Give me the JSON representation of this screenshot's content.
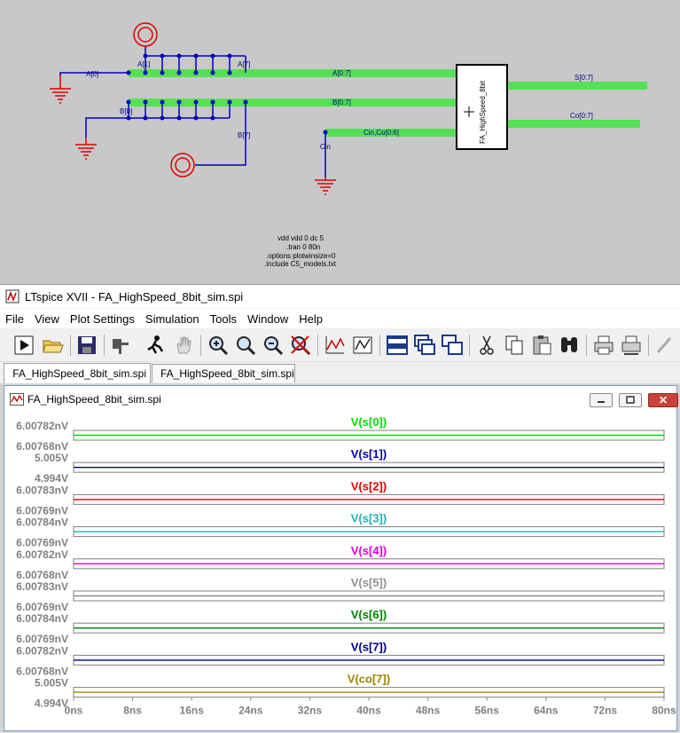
{
  "schematic": {
    "bus_labels": {
      "a_in": "A[0]",
      "a_bus": "A[0:7]",
      "a1": "A[1]",
      "a7": "A[7]",
      "b_in": "B[0]",
      "b_bus": "B[0:7]",
      "b7": "B[7]",
      "cin_bus": "Cin,Co[0:6]",
      "cin": "Cin",
      "s_out": "S[0:7]",
      "co_out": "Co[0:7]",
      "block_name": "FA_HighSpeed_8bit"
    },
    "directives": [
      "vdd vdd 0 dc 5",
      ".tran 0 80n",
      ".options plotwinsize=0",
      ".include C5_models.txt"
    ]
  },
  "app": {
    "title": "LTspice XVII - FA_HighSpeed_8bit_sim.spi"
  },
  "menu": [
    "File",
    "View",
    "Plot Settings",
    "Simulation",
    "Tools",
    "Window",
    "Help"
  ],
  "toolbar_icons": [
    "run-icon",
    "open-icon",
    "save-icon",
    "control-panel-icon",
    "pick-visible-traces-icon",
    "pan-icon",
    "zoom-area-icon",
    "zoom-fit-icon",
    "zoom-out-icon",
    "zoom-cancel-icon",
    "autorange-icon",
    "measure-icon",
    "tile-horizontal-icon",
    "cascade-icon",
    "tile-vertical-icon",
    "cut-icon",
    "copy-icon",
    "paste-icon",
    "find-icon",
    "print-icon",
    "print-setup-icon",
    "pencil-icon"
  ],
  "tabs": [
    {
      "label": "FA_HighSpeed_8bit_sim.spi",
      "icon": "waveform-icon"
    },
    {
      "label": "FA_HighSpeed_8bit_sim.spi",
      "icon": "netlist-icon"
    }
  ],
  "plot_window": {
    "title": "FA_HighSpeed_8bit_sim.spi",
    "minimize_icon": "minimize-icon",
    "restore_icon": "restore-icon",
    "close_label": "✕"
  },
  "chart_data": {
    "type": "line",
    "x_ticks": [
      "0ns",
      "8ns",
      "16ns",
      "24ns",
      "32ns",
      "40ns",
      "48ns",
      "56ns",
      "64ns",
      "72ns",
      "80ns"
    ],
    "xlim": [
      0,
      80
    ],
    "panes": [
      {
        "name": "V(s[0])",
        "color": "#00e000",
        "yticks": [
          "6.00782nV",
          "6.00768nV"
        ],
        "level": 0.5
      },
      {
        "name": "V(s[1])",
        "color": "#0000a0",
        "yticks": [
          "5.005V",
          "4.994V"
        ],
        "level": 0.5
      },
      {
        "name": "V(s[2])",
        "color": "#e00000",
        "yticks": [
          "6.00783nV",
          "6.00769nV"
        ],
        "level": 0.5
      },
      {
        "name": "V(s[3])",
        "color": "#20b0b0",
        "yticks": [
          "6.00784nV",
          "6.00769nV"
        ],
        "level": 0.5
      },
      {
        "name": "V(s[4])",
        "color": "#e000e0",
        "yticks": [
          "6.00782nV",
          "6.00768nV"
        ],
        "level": 0.5
      },
      {
        "name": "V(s[5])",
        "color": "#909090",
        "yticks": [
          "6.00783nV",
          "6.00769nV"
        ],
        "level": 0.5
      },
      {
        "name": "V(s[6])",
        "color": "#008000",
        "yticks": [
          "6.00784nV",
          "6.00769nV"
        ],
        "level": 0.5
      },
      {
        "name": "V(s[7])",
        "color": "#000080",
        "yticks": [
          "6.00782nV",
          "6.00768nV"
        ],
        "level": 0.5
      },
      {
        "name": "V(co[7])",
        "color": "#a08000",
        "yticks": [
          "5.005V",
          "4.994V"
        ],
        "level": 0.5
      }
    ]
  }
}
